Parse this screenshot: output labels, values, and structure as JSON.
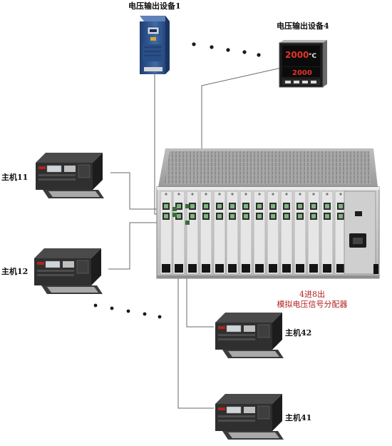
{
  "devices": {
    "voltage_device_1": "电压输出设备1",
    "voltage_device_4": "电压输出设备4",
    "host_11": "主机11",
    "host_12": "主机12",
    "host_42": "主机42",
    "host_41": "主机41"
  },
  "distributor": {
    "line1": "4进8出",
    "line2": "模拟电压信号分配器"
  },
  "controller_display": {
    "top": "2000",
    "unit": "°C",
    "bottom": "2000"
  },
  "colors": {
    "label_red": "#b2201c",
    "wire": "#6a6a6a",
    "dots": "#1a1a1a"
  }
}
